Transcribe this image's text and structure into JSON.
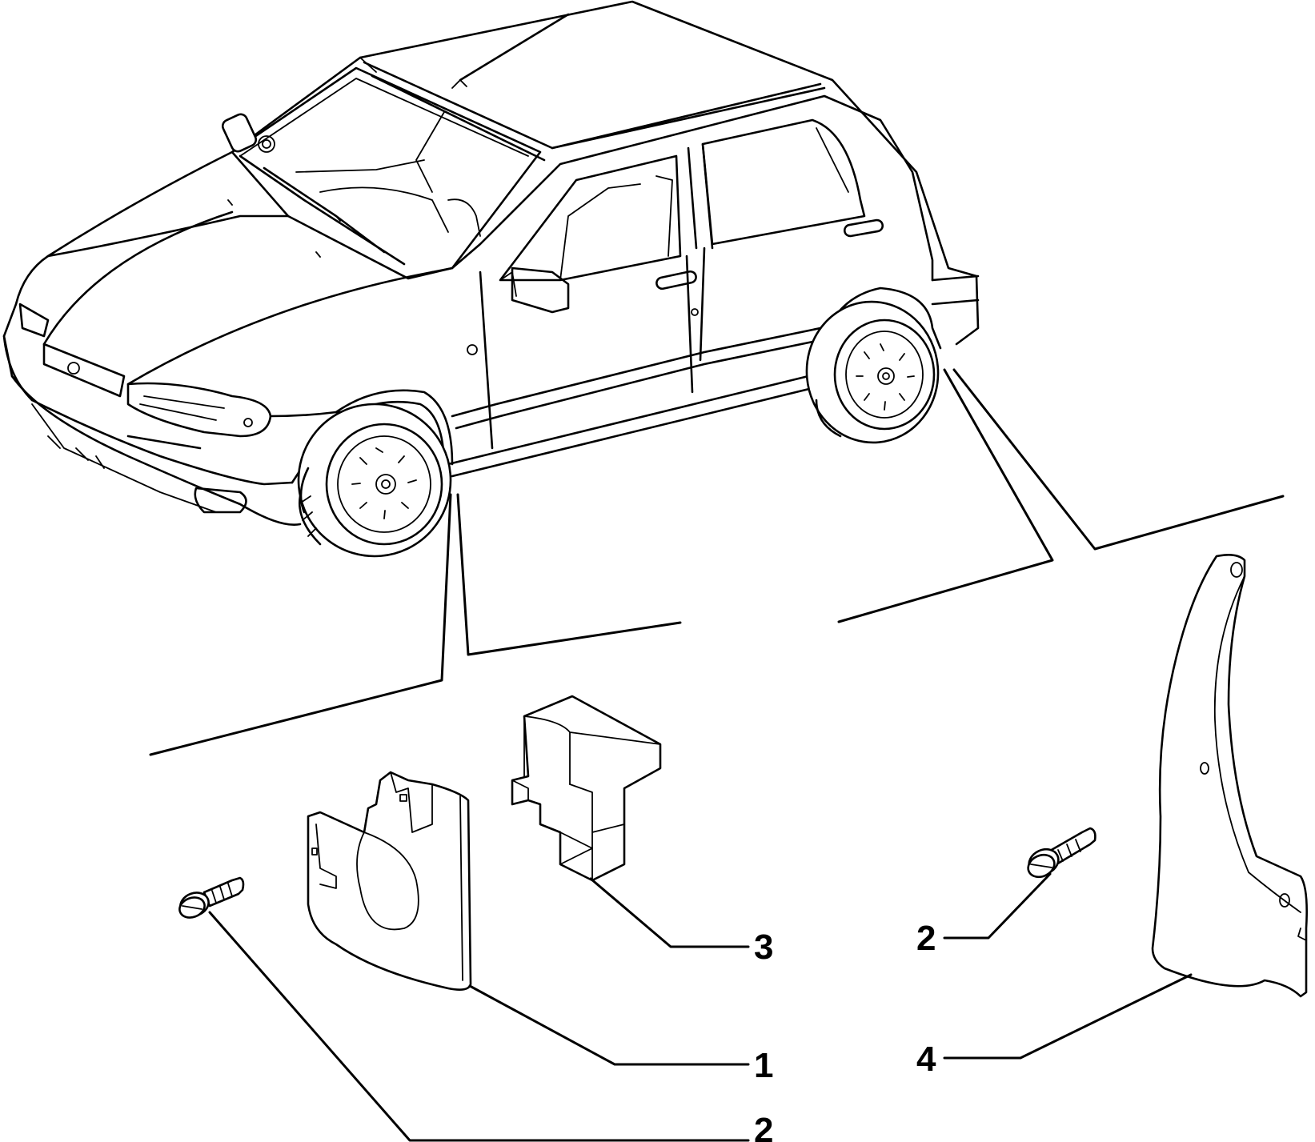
{
  "callouts": {
    "mudflap_front_label": "1",
    "screw_front_label": "2",
    "bracket_label": "3",
    "screw_rear_label": "2",
    "mudflap_rear_label": "4"
  }
}
